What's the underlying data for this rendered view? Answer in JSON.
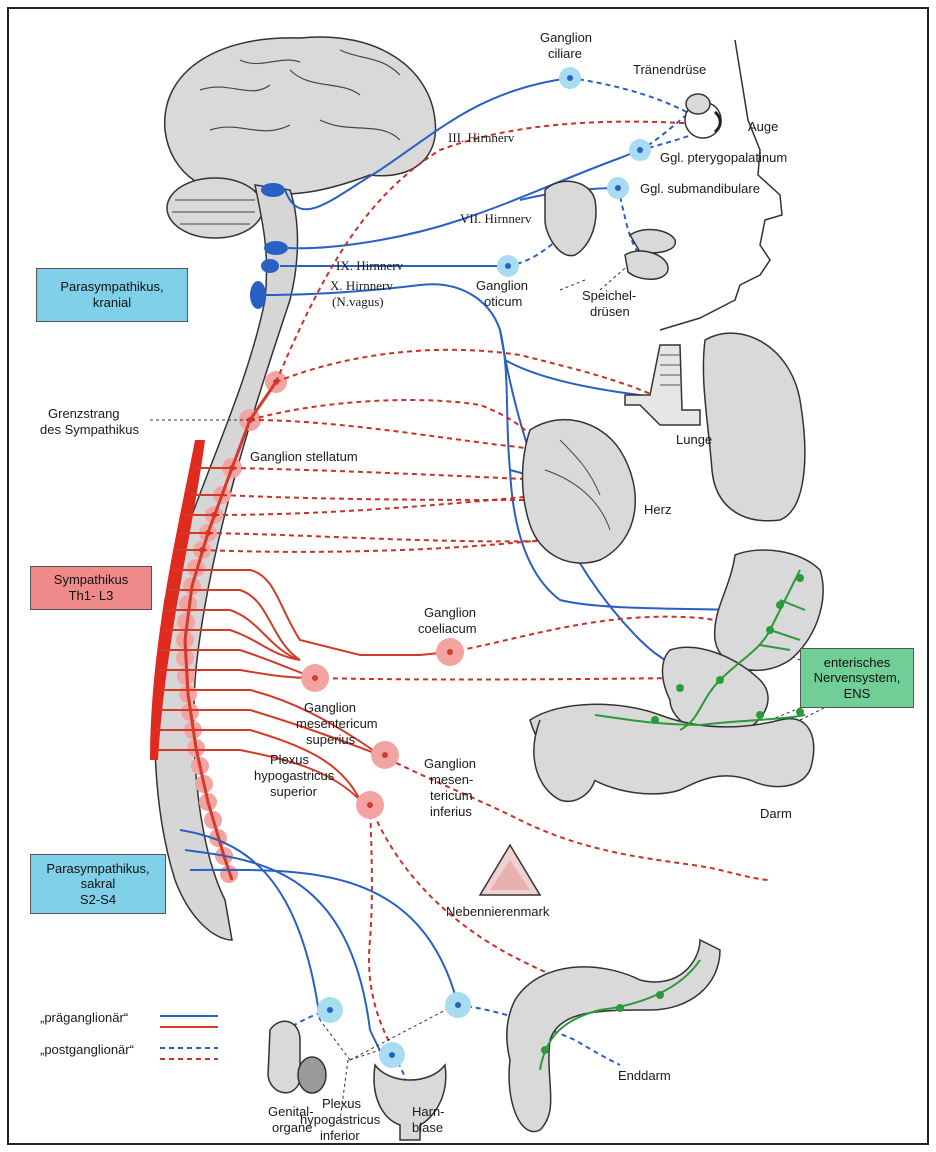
{
  "boxes": {
    "parasym_kranial": "Parasympathikus,\nkranial",
    "sympathikus": "Sympathikus\nTh1- L3",
    "parasym_sakral": "Parasympathikus,\nsakral\nS2-S4",
    "enteric": "enterisches\nNervensystem,\nENS"
  },
  "labels": {
    "ganglion_ciliare_1": "Ganglion",
    "ganglion_ciliare_2": "ciliare",
    "traenendruese": "Tränendrüse",
    "auge": "Auge",
    "hirnnerv_3": "III. Hirnnerv",
    "ggl_pterygo": "Ggl. pterygopalatinum",
    "ggl_submand": "Ggl. submandibulare",
    "hirnnerv_7": "VII. Hirnnerv",
    "hirnnerv_9": "IX. Hirnnerv",
    "hirnnerv_10a": "X. Hirnnerv",
    "hirnnerv_10b": "(N.vagus)",
    "ganglion_oticum_1": "Ganglion",
    "ganglion_oticum_2": "oticum",
    "speichel_1": "Speichel-",
    "speichel_2": "drüsen",
    "grenzstrang_1": "Grenzstrang",
    "grenzstrang_2": "des Sympathikus",
    "lunge": "Lunge",
    "stellatum": "Ganglion stellatum",
    "herz": "Herz",
    "coeliacum_1": "Ganglion",
    "coeliacum_2": "coeliacum",
    "mes_sup_1": "Ganglion",
    "mes_sup_2": "mesentericum",
    "mes_sup_3": "superius",
    "mes_inf_1": "Ganglion",
    "mes_inf_2": "mesen-",
    "mes_inf_3": "tericum",
    "mes_inf_4": "inferius",
    "plexus_sup_1": "Plexus",
    "plexus_sup_2": "hypogastricus",
    "plexus_sup_3": "superior",
    "darm": "Darm",
    "nebenniere": "Nebennierenmark",
    "legend_pre": "„präganglionär“",
    "legend_post": "„postganglionär“",
    "enddarm": "Enddarm",
    "genital_1": "Genital-",
    "genital_2": "organe",
    "plexus_inf_1": "Plexus",
    "plexus_inf_2": "hypogastricus",
    "plexus_inf_3": "inferior",
    "harn_1": "Harn-",
    "harn_2": "blase"
  },
  "colors": {
    "parasympathetic": "#2a5fc4",
    "sympathetic": "#d23a2a",
    "enteric": "#2a9a3a",
    "box_blue": "#7fd0e8",
    "box_red": "#f08a8a",
    "box_green": "#6fcf97",
    "ganglion_blue": "#a8dcf0",
    "ganglion_red": "#f4a3a3",
    "organ_fill": "#d9d9d9"
  }
}
